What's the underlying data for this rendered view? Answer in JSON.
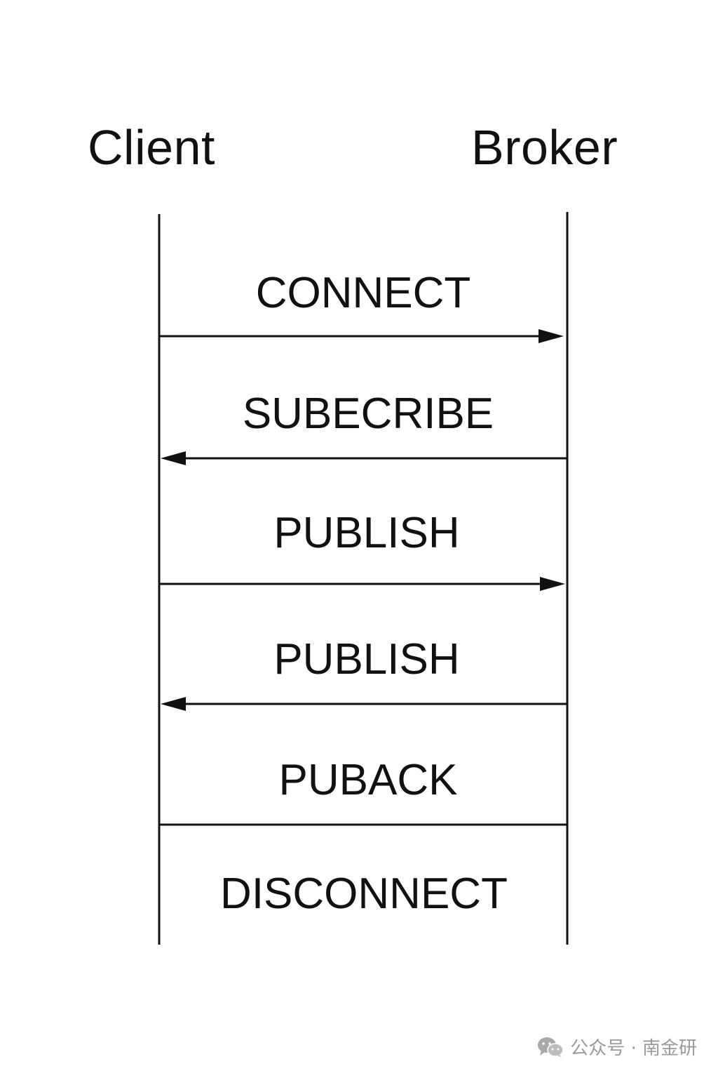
{
  "actors": {
    "client": "Client",
    "broker": "Broker"
  },
  "messages": [
    {
      "label": "CONNECT",
      "direction": "client-to-broker"
    },
    {
      "label": "SUBECRIBE",
      "direction": "broker-to-client"
    },
    {
      "label": "PUBLISH",
      "direction": "client-to-broker"
    },
    {
      "label": "PUBLISH",
      "direction": "broker-to-client"
    },
    {
      "label": "PUBACK",
      "direction": "none"
    },
    {
      "label": "DISCONNECT",
      "direction": "none"
    }
  ],
  "watermark": {
    "icon": "wechat-icon",
    "text": "公众号 · 南金研"
  },
  "colors": {
    "line": "#111111",
    "background": "#ffffff",
    "watermark": "#9a9a9a"
  }
}
